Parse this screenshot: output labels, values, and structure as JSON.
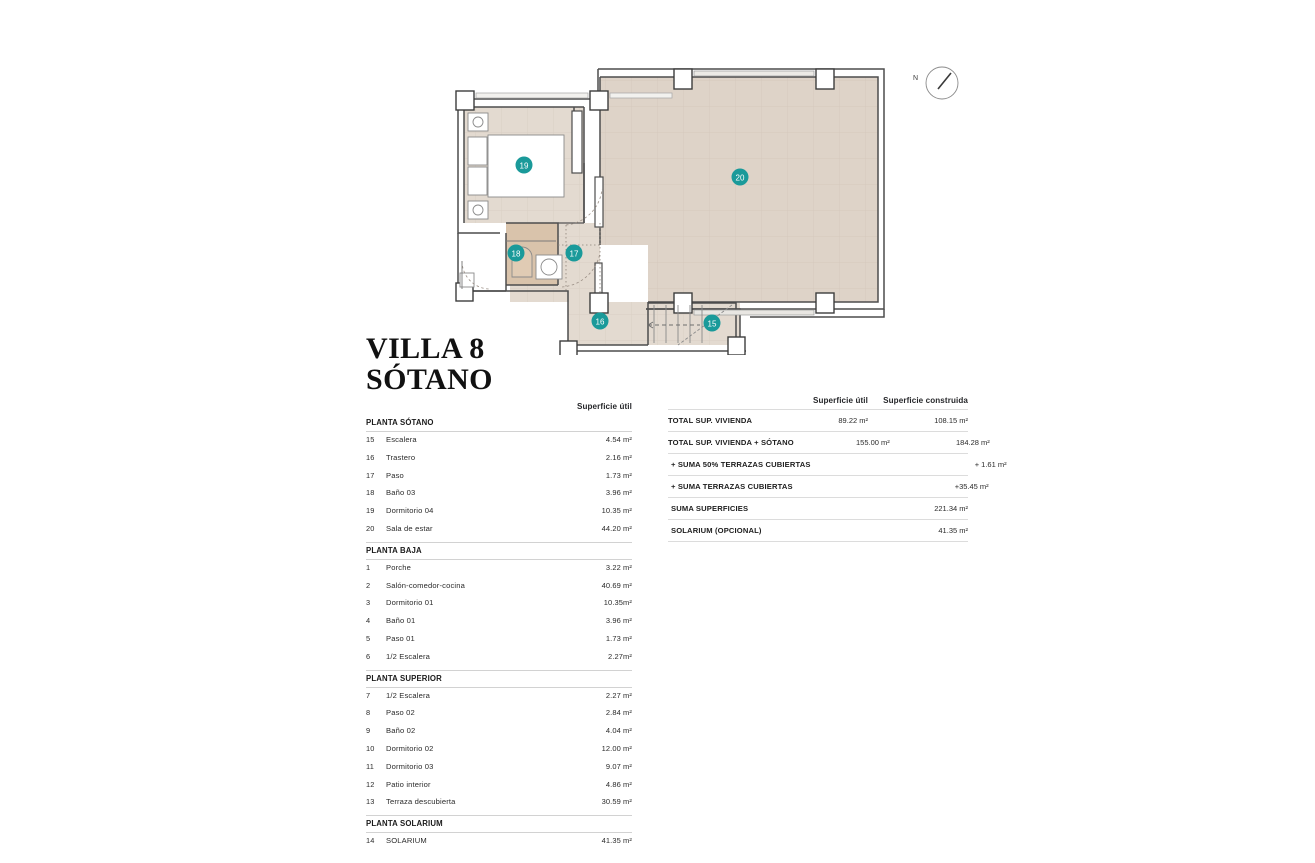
{
  "title": {
    "line1": "VILLA 8",
    "line2": "SÓTANO"
  },
  "compass": {
    "label": "N"
  },
  "colors": {
    "marker_teal": "#1a9a9a",
    "floor_fill": "#ded3c8",
    "floor_fill_light": "#e6ddd3",
    "bath_fill": "#d9c3ab",
    "wall_stroke": "#5a5a5a",
    "rule": "#d2d2d2"
  },
  "plan": {
    "markers": [
      {
        "id": "15",
        "label": "15"
      },
      {
        "id": "16",
        "label": "16"
      },
      {
        "id": "17",
        "label": "17"
      },
      {
        "id": "18",
        "label": "18"
      },
      {
        "id": "19",
        "label": "19"
      },
      {
        "id": "20",
        "label": "20"
      }
    ]
  },
  "table_left": {
    "column_header": "Superficie útil",
    "sections": [
      {
        "heading": "PLANTA SÓTANO",
        "rows": [
          {
            "num": "15",
            "name": "Escalera",
            "value": "4.54 m²"
          },
          {
            "num": "16",
            "name": "Trastero",
            "value": "2.16 m²"
          },
          {
            "num": "17",
            "name": "Paso",
            "value": "1.73 m²"
          },
          {
            "num": "18",
            "name": "Baño 03",
            "value": "3.96 m²"
          },
          {
            "num": "19",
            "name": "Dormitorio 04",
            "value": "10.35 m²"
          },
          {
            "num": "20",
            "name": "Sala de estar",
            "value": "44.20 m²"
          }
        ]
      },
      {
        "heading": "PLANTA BAJA",
        "rows": [
          {
            "num": "1",
            "name": "Porche",
            "value": "3.22 m²"
          },
          {
            "num": "2",
            "name": "Salón-comedor-cocina",
            "value": "40.69 m²"
          },
          {
            "num": "3",
            "name": "Dormitorio 01",
            "value": "10.35m²"
          },
          {
            "num": "4",
            "name": "Baño 01",
            "value": "3.96 m²"
          },
          {
            "num": "5",
            "name": "Paso 01",
            "value": "1.73 m²"
          },
          {
            "num": "6",
            "name": "1/2 Escalera",
            "value": "2.27m²"
          }
        ]
      },
      {
        "heading": "PLANTA SUPERIOR",
        "rows": [
          {
            "num": "7",
            "name": "1/2 Escalera",
            "value": "2.27 m²"
          },
          {
            "num": "8",
            "name": "Paso 02",
            "value": "2.84 m²"
          },
          {
            "num": "9",
            "name": "Baño 02",
            "value": "4.04 m²"
          },
          {
            "num": "10",
            "name": "Dormitorio 02",
            "value": "12.00 m²"
          },
          {
            "num": "11",
            "name": "Dormitorio 03",
            "value": "9.07 m²"
          },
          {
            "num": "12",
            "name": "Patio interior",
            "value": "4.86 m²"
          },
          {
            "num": "13",
            "name": "Terraza descubierta",
            "value": "30.59 m²"
          }
        ]
      },
      {
        "heading": "PLANTA SOLARIUM",
        "rows": [
          {
            "num": "14",
            "name": "SOLARIUM",
            "value": "41.35 m²"
          }
        ]
      }
    ]
  },
  "table_right": {
    "column_header_util": "Superficie útil",
    "column_header_construida": "Superficie construida",
    "rows": [
      {
        "label": "TOTAL SUP. VIVIENDA",
        "util": "89.22 m²",
        "construida": "108.15 m²"
      },
      {
        "label": "TOTAL SUP. VIVIENDA + SÓTANO",
        "util": "155.00  m²",
        "construida": "184.28 m²"
      },
      {
        "label": "+ SUMA 50% TERRAZAS CUBIERTAS",
        "util": "",
        "construida": "+ 1.61 m²"
      },
      {
        "label": "+ SUMA TERRAZAS CUBIERTAS",
        "util": "",
        "construida": "+35.45 m²"
      },
      {
        "label": "SUMA SUPERFICIES",
        "util": "",
        "construida": "221.34 m²"
      },
      {
        "label": "SOLARIUM (OPCIONAL)",
        "util": "",
        "construida": "41.35 m²"
      }
    ]
  }
}
